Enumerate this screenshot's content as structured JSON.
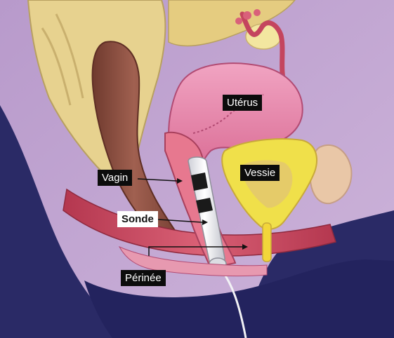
{
  "labels": {
    "uterus": "Utérus",
    "vagina": "Vagin",
    "bladder": "Vessie",
    "probe": "Sonde",
    "perineum": "Périnée"
  },
  "colors": {
    "background_purple": "#c5a9d3",
    "navy_outline": "#23235e",
    "bone": "#e7d28f",
    "uterus": "#e585a8",
    "bladder": "#f0e04a",
    "rectum": "#8a4d3e",
    "muscle": "#c4455e",
    "probe": "#eeeef2"
  }
}
